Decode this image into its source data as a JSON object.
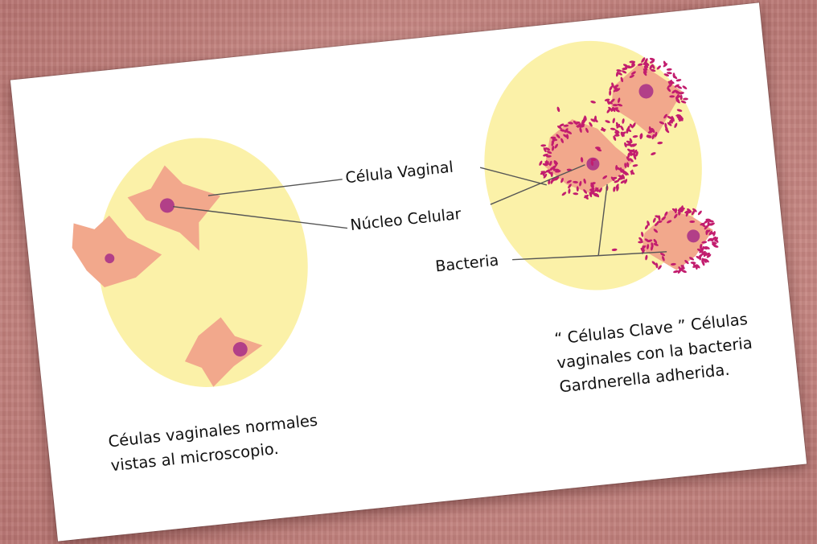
{
  "labels": {
    "vaginal_cell": "Célula Vaginal",
    "cell_nucleus": "Núcleo Celular",
    "bacteria": "Bacteria"
  },
  "captions": {
    "normal": [
      "Céulas vaginales normales",
      "vistas al microscopio."
    ],
    "clue_cells": [
      "“ Células Clave ” Células",
      "vaginales con la bacteria",
      "Gardnerella adherida."
    ]
  },
  "colors": {
    "field": "#fbf1a8",
    "cell": "#f2a88c",
    "nucleus": "#b23f88",
    "bacteria": "#c21d6e",
    "background": "#c98a85"
  }
}
